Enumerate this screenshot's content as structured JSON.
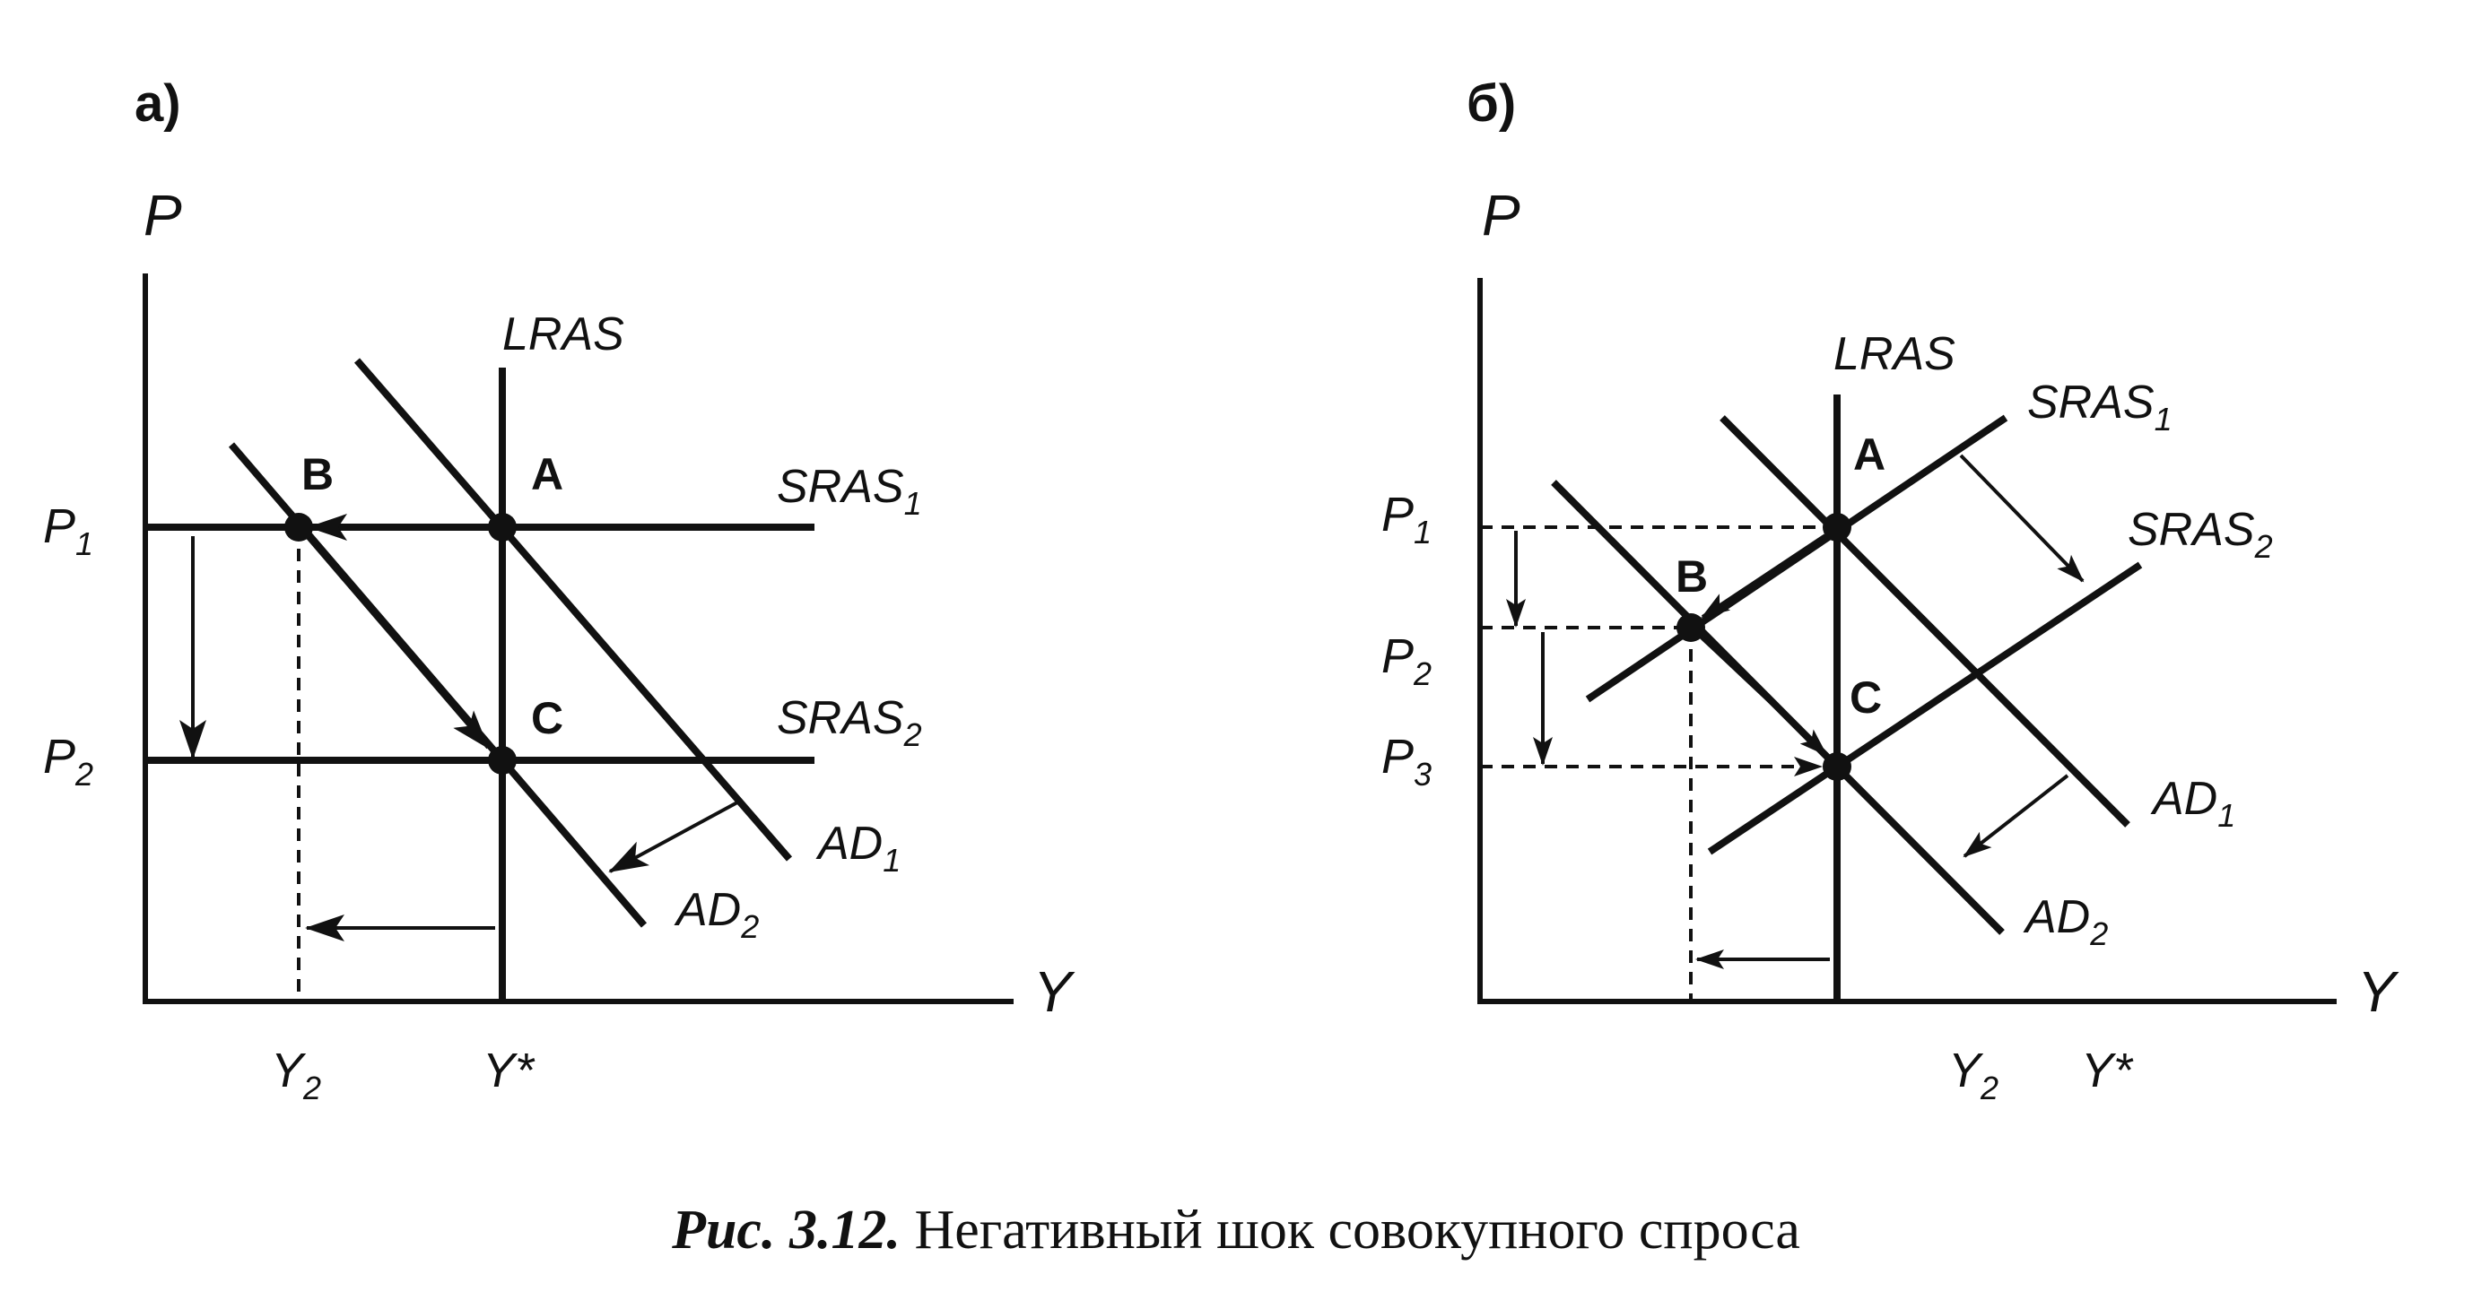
{
  "panel_a": {
    "label": "а)",
    "y_axis": "P",
    "x_axis": "Y",
    "lras": "LRAS",
    "sras1": {
      "main": "SRAS",
      "sub": "1"
    },
    "sras2": {
      "main": "SRAS",
      "sub": "2"
    },
    "ad1": {
      "main": "AD",
      "sub": "1"
    },
    "ad2": {
      "main": "AD",
      "sub": "2"
    },
    "point_a": "A",
    "point_b": "B",
    "point_c": "C",
    "p1": {
      "main": "P",
      "sub": "1"
    },
    "p2": {
      "main": "P",
      "sub": "2"
    },
    "y2": {
      "main": "Y",
      "sub": "2"
    },
    "ystar": "Y*"
  },
  "panel_b": {
    "label": "б)",
    "y_axis": "P",
    "x_axis": "Y",
    "lras": "LRAS",
    "sras1": {
      "main": "SRAS",
      "sub": "1"
    },
    "sras2": {
      "main": "SRAS",
      "sub": "2"
    },
    "ad1": {
      "main": "AD",
      "sub": "1"
    },
    "ad2": {
      "main": "AD",
      "sub": "2"
    },
    "point_a": "A",
    "point_b": "B",
    "point_c": "C",
    "p1": {
      "main": "P",
      "sub": "1"
    },
    "p2": {
      "main": "P",
      "sub": "2"
    },
    "p3": {
      "main": "P",
      "sub": "3"
    },
    "y2": {
      "main": "Y",
      "sub": "2"
    },
    "ystar": "Y*"
  },
  "caption": {
    "prefix": "Рис. 3.12.",
    "text": " Негативный шок совокупного спроса"
  }
}
